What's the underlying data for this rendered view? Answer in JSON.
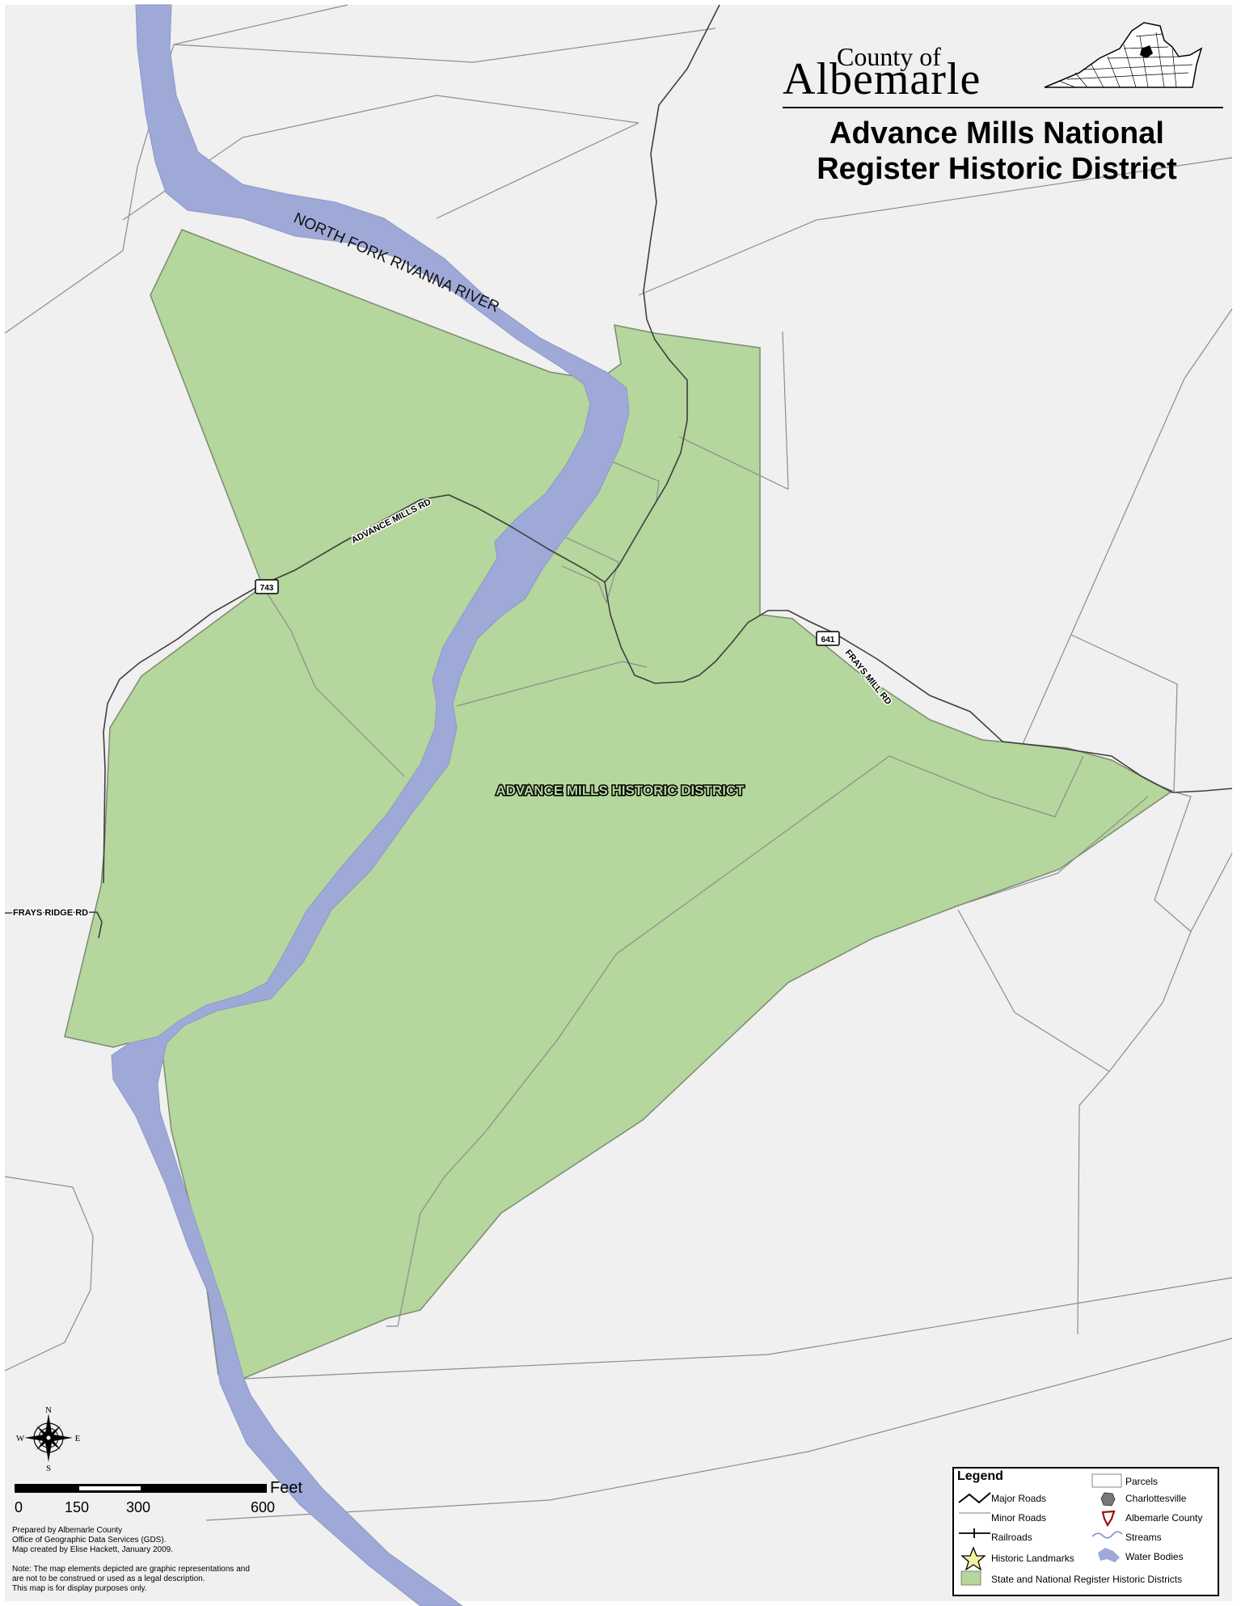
{
  "header": {
    "county_of": "County of",
    "county_name": "Albemarle",
    "title_line1": "Advance Mills National",
    "title_line2": "Register Historic District"
  },
  "labels": {
    "river": "NORTH FORK RIVANNA RIVER",
    "district": "ADVANCE MILLS HISTORIC DISTRICT",
    "advance_mills_rd": "ADVANCE MILLS RD",
    "frays_mill_rd": "FRAYS MILL RD",
    "frays_ridge_rd": "FRAYS RIDGE RD",
    "route_743": "743",
    "route_641": "641"
  },
  "compass": {
    "n": "N",
    "s": "S",
    "e": "E",
    "w": "W"
  },
  "scale": {
    "ticks": [
      "0",
      "150",
      "300",
      "600"
    ],
    "unit": "Feet"
  },
  "credits": [
    "Prepared by Albemarle County",
    "Office of Geographic Data Services (GDS).",
    "Map created by Elise Hackett, January 2009.",
    "",
    "Note: The map elements depicted are graphic representations and",
    "are not to be construed or used as a legal description.",
    "This map is for display purposes only."
  ],
  "legend": {
    "title": "Legend",
    "items": {
      "major_roads": "Major Roads",
      "minor_roads": "Minor Roads",
      "railroads": "Railroads",
      "historic_landmarks": "Historic Landmarks",
      "parcels": "Parcels",
      "charlottesville": "Charlottesville",
      "albemarle_county": "Albemarle County",
      "streams": "Streams",
      "water_bodies": "Water Bodies",
      "historic_districts": "State and National Register Historic Districts"
    }
  },
  "colors": {
    "background": "#f0f0f0",
    "district_fill": "#b5d69c",
    "water": "#9ea9d8",
    "parcel_line": "#8c8c8c",
    "road_line": "#444444"
  }
}
